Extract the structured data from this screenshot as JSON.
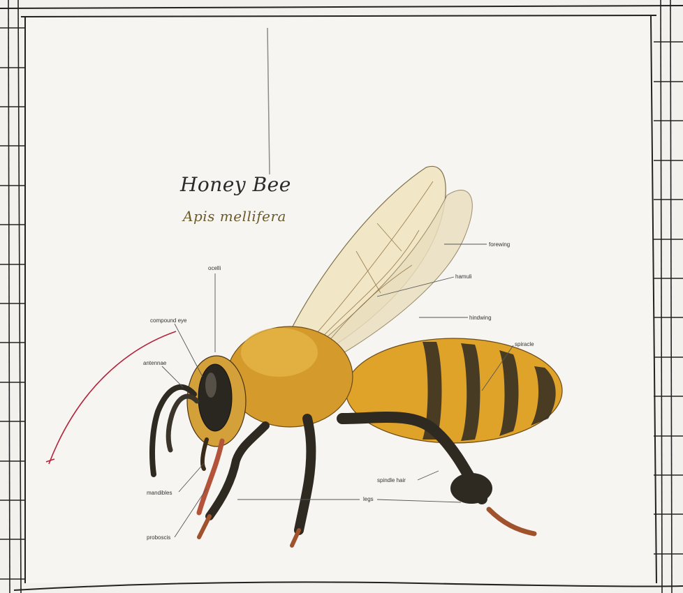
{
  "title": "Honey Bee",
  "subtitle": "Apis mellifera",
  "labels": {
    "ocelli": "ocelli",
    "compound_eye": "compound eye",
    "antennae": "antennae",
    "mandibles": "mandibles",
    "proboscis": "proboscis",
    "forewing": "forewing",
    "hamuli": "hamuli",
    "hindwing": "hindwing",
    "spiracle": "spiracle",
    "pollen_basket": "spindle hair",
    "legs": "legs"
  },
  "colors": {
    "paper": "#f7f5f2",
    "bee_gold": "#e0a32a",
    "bee_dark": "#2e2a22",
    "wing": "#f1e7c4",
    "red_line": "#b3243a"
  }
}
